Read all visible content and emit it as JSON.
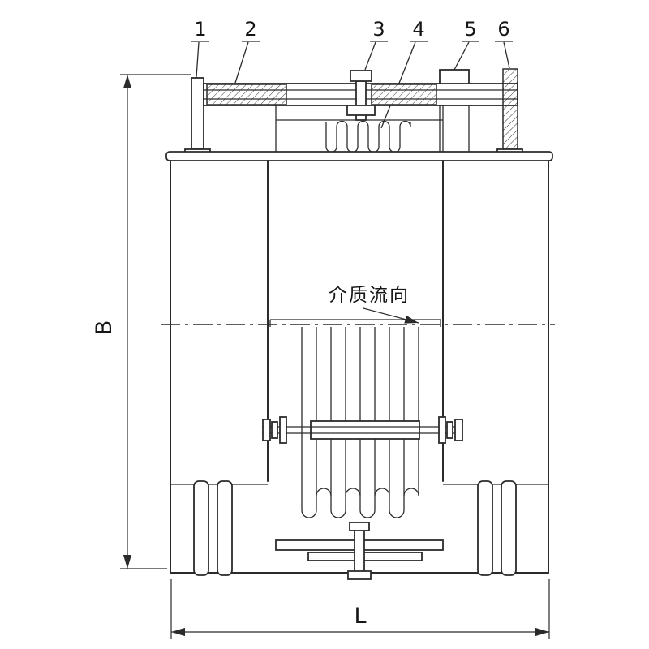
{
  "part_labels": [
    "1",
    "2",
    "3",
    "4",
    "5",
    "6"
  ],
  "drawing": {
    "flow_label": "介质流向",
    "dim_vertical": "B",
    "dim_horizontal": "L"
  },
  "colors": {
    "line": "#2b2b2b",
    "background": "#ffffff"
  }
}
